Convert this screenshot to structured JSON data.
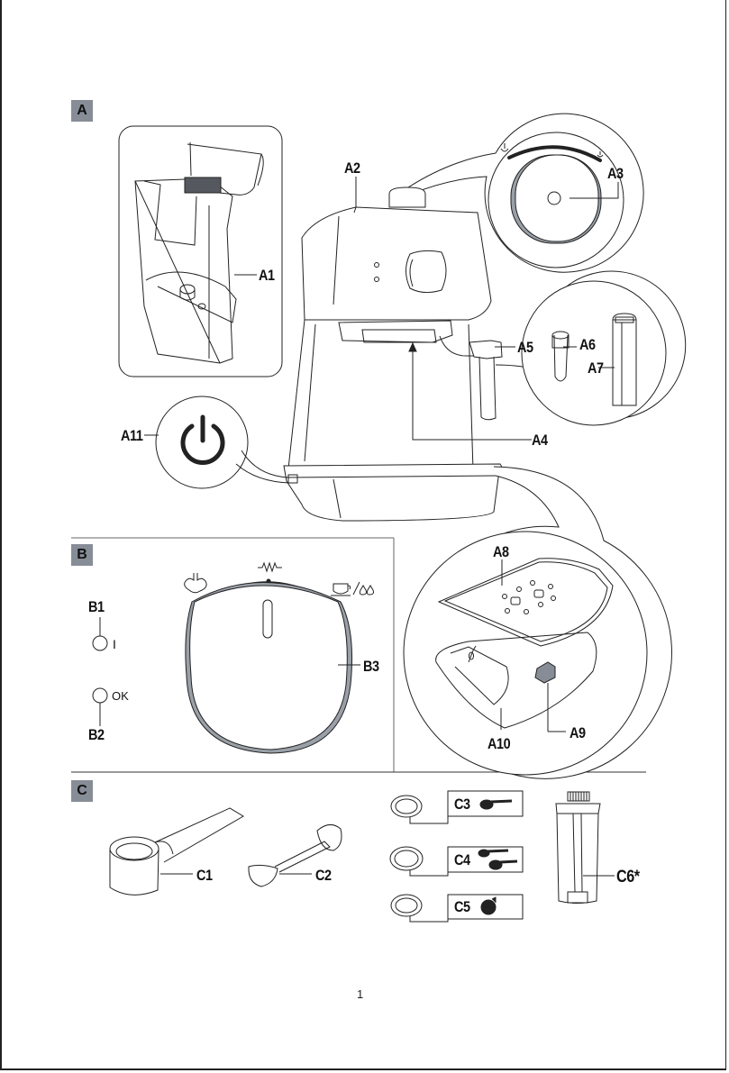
{
  "sections": {
    "a": {
      "tag": "A"
    },
    "b": {
      "tag": "B"
    },
    "c": {
      "tag": "C"
    }
  },
  "labels": {
    "a1": "A1",
    "a2": "A2",
    "a3": "A3",
    "a4": "A4",
    "a5": "A5",
    "a6": "A6",
    "a7": "A7",
    "a8": "A8",
    "a9": "A9",
    "a10": "A10",
    "a11": "A11",
    "b1": "B1",
    "b2": "B2",
    "b3": "B3",
    "c1": "C1",
    "c2": "C2",
    "c3": "C3",
    "c4": "C4",
    "c5": "C5",
    "c6": "C6*"
  },
  "panel_b": {
    "button1_symbol": "I",
    "button2_symbol": "OK",
    "dial_icons": [
      "steam-icon",
      "heating-icon",
      "coffee-hot-water-icon"
    ]
  },
  "colors": {
    "tag_bg": "#878d96",
    "shade": "#9aa0a8",
    "dark_part": "#55595f",
    "line": "#222222"
  },
  "footer": {
    "page_number": "1"
  }
}
